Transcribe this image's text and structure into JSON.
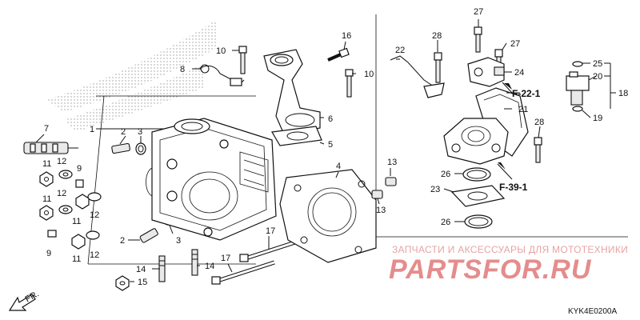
{
  "diagram": {
    "callouts": {
      "c1": "1",
      "c2a": "2",
      "c2b": "2",
      "c3a": "3",
      "c3b": "3",
      "c4": "4",
      "c5": "5",
      "c6": "6",
      "c7": "7",
      "c8": "8",
      "c9a": "9",
      "c9b": "9",
      "c10a": "10",
      "c10b": "10",
      "c11a": "11",
      "c11b": "11",
      "c11c": "11",
      "c11d": "11",
      "c12a": "12",
      "c12b": "12",
      "c12c": "12",
      "c12d": "12",
      "c13a": "13",
      "c13b": "13",
      "c14a": "14",
      "c14b": "14",
      "c15": "15",
      "c16": "16",
      "c17a": "17",
      "c17b": "17",
      "c18": "18",
      "c19": "19",
      "c20": "20",
      "c21": "21",
      "c22": "22",
      "c23": "23",
      "c24": "24",
      "c25": "25",
      "c26a": "26",
      "c26b": "26",
      "c27a": "27",
      "c27b": "27",
      "c28a": "28",
      "c28b": "28"
    },
    "refs": {
      "f22": "F-22-1",
      "f39": "F-39-1"
    },
    "front_arrow": "FR.",
    "diagram_code": "KYK4E0200A"
  },
  "watermark": {
    "caption": "ЗАПЧАСТИ И АКСЕССУАРЫ ДЛЯ МОТОТЕХНИКИ",
    "brand": "PARTSFOR.RU"
  },
  "colors": {
    "ink": "#111111",
    "watermark": "#e58c8c"
  }
}
